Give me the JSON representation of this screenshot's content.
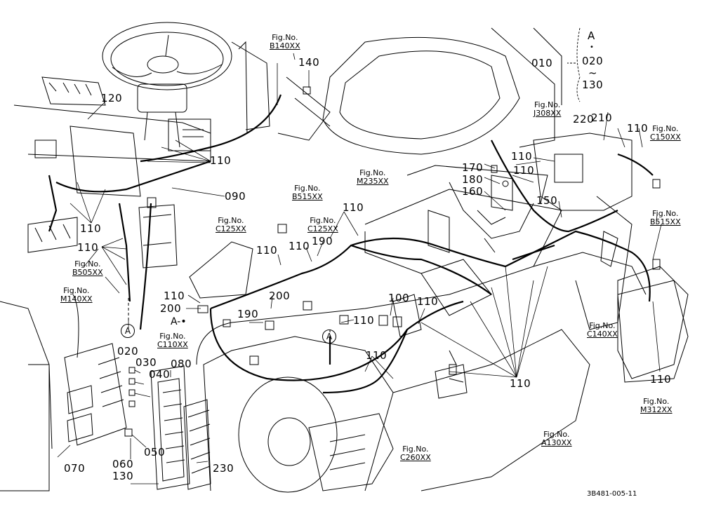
{
  "parts": {
    "p010": "010",
    "p020_range": "020",
    "p130_range": "130",
    "range_a": "A",
    "range_dot": "•",
    "range_tilde": "~",
    "p020": "020",
    "p030": "030",
    "p040": "040",
    "p050": "050",
    "p060": "060",
    "p070": "070",
    "p080": "080",
    "p090": "090",
    "p100": "100",
    "p110": "110",
    "p120": "120",
    "p130": "130",
    "p140": "140",
    "p150": "150",
    "p160": "160",
    "p170": "170",
    "p180": "180",
    "p190": "190",
    "p200": "200",
    "p210": "210",
    "p220": "220",
    "p230": "230"
  },
  "figures": {
    "prefix": "Fig.No.",
    "b140": "B140XX",
    "j308": "J308XX",
    "c150": "C150XX",
    "m235": "M235XX",
    "b515": "B515XX",
    "c125": "C125XX",
    "b505": "B505XX",
    "m140": "M140XX",
    "c110": "C110XX",
    "c140": "C140XX",
    "m312": "M312XX",
    "a130": "A130XX",
    "c260": "C260XX"
  },
  "markers": {
    "a": "A",
    "a_dot": "A-•"
  },
  "drawing_code": "3B481-005-11"
}
